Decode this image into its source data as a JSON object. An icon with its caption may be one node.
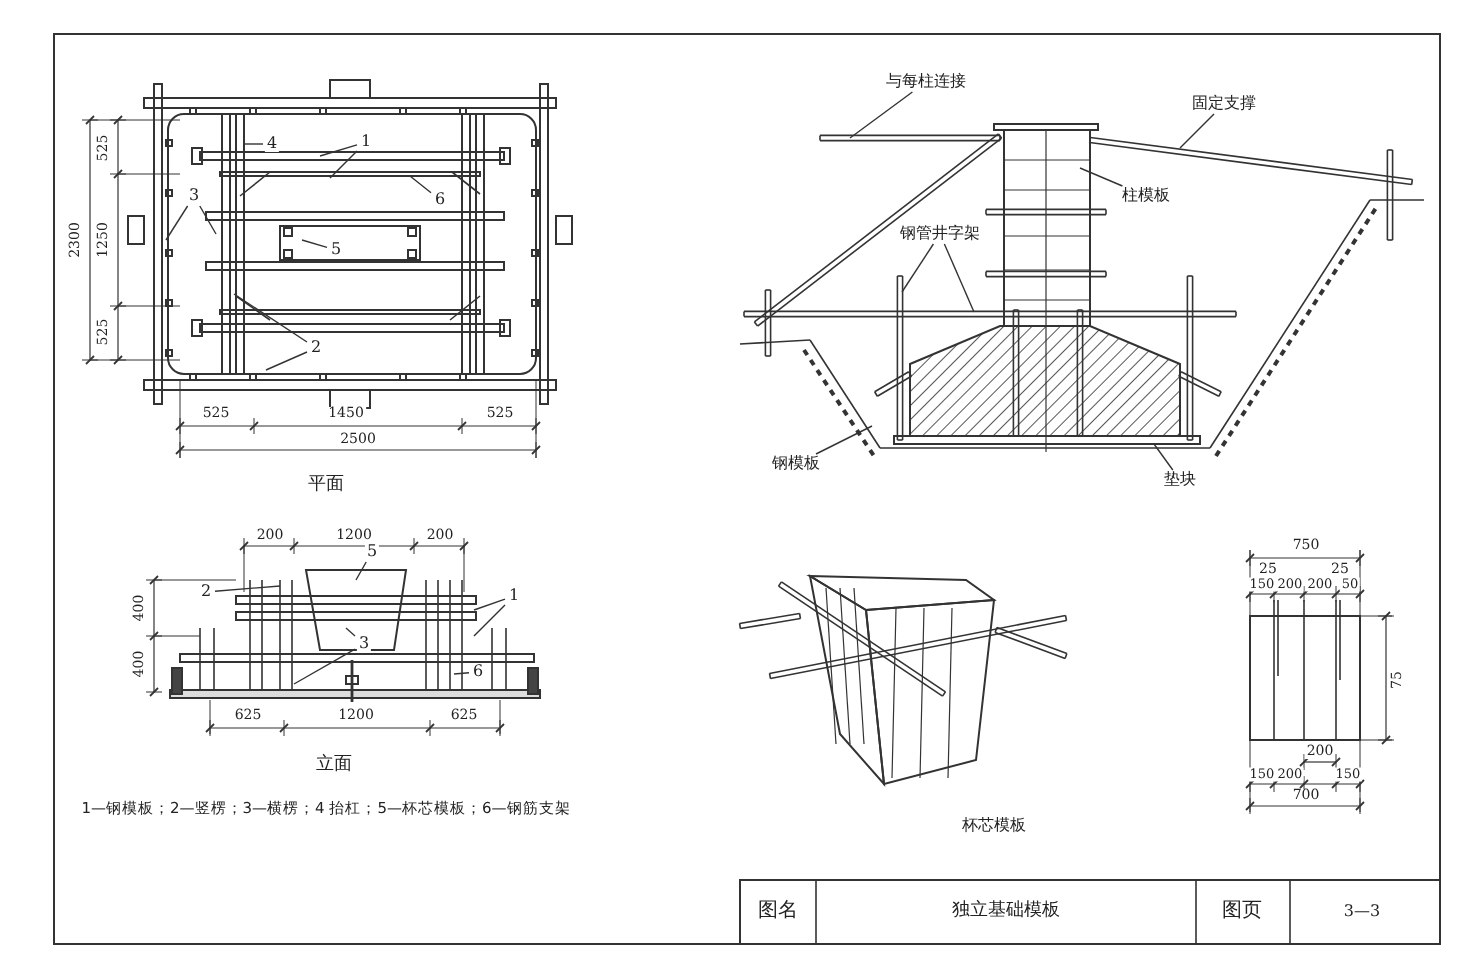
{
  "diagram": {
    "nodes": [
      {
        "text": [
          "与每柱连接"
        ]
      },
      {
        "text": [
          "固定支撑"
        ]
      },
      {
        "text": [
          "柱模板"
        ]
      },
      {
        "text": [
          "钢管井字架"
        ]
      },
      {
        "text": [
          "钢模板"
        ]
      },
      {
        "text": [
          "垫块"
        ]
      },
      {
        "text": [
          "1"
        ]
      },
      {
        "text": [
          "4"
        ]
      },
      {
        "text": [
          "6"
        ]
      },
      {
        "text": [
          "3"
        ]
      },
      {
        "text": [
          "5"
        ]
      },
      {
        "text": [
          "2"
        ]
      },
      {
        "text": [
          "5"
        ]
      },
      {
        "text": [
          "2"
        ]
      },
      {
        "text": [
          "1"
        ]
      },
      {
        "text": [
          "3"
        ]
      },
      {
        "text": [
          "6"
        ]
      }
    ],
    "edges": [
      {
        "from": 0,
        "to": null,
        "arrow": "none"
      },
      {
        "from": 1,
        "to": null,
        "arrow": "none"
      },
      {
        "from": 2,
        "to": null,
        "arrow": "none"
      },
      {
        "from": 3,
        "to": null,
        "arrow": "none"
      },
      {
        "from": 3,
        "to": null,
        "arrow": "none"
      },
      {
        "from": 4,
        "to": null,
        "arrow": "none"
      },
      {
        "from": 5,
        "to": null,
        "arrow": "none"
      },
      {
        "from": 6,
        "to": null,
        "arrow": "none"
      },
      {
        "from": 6,
        "to": null,
        "arrow": "none"
      },
      {
        "from": 7,
        "to": null,
        "arrow": "none"
      },
      {
        "from": 8,
        "to": null,
        "arrow": "none"
      },
      {
        "from": 9,
        "to": null,
        "arrow": "none"
      },
      {
        "from": 9,
        "to": null,
        "arrow": "none"
      },
      {
        "from": 10,
        "to": null,
        "arrow": "none"
      },
      {
        "from": 11,
        "to": null,
        "arrow": "none"
      },
      {
        "from": 11,
        "to": null,
        "arrow": "none"
      },
      {
        "from": 12,
        "to": null,
        "arrow": "none"
      },
      {
        "from": 13,
        "to": null,
        "arrow": "none"
      },
      {
        "from": 14,
        "to": null,
        "arrow": "none"
      },
      {
        "from": 14,
        "to": null,
        "arrow": "none"
      },
      {
        "from": 15,
        "to": null,
        "arrow": "none"
      },
      {
        "from": 15,
        "to": null,
        "arrow": "none"
      },
      {
        "from": 16,
        "to": null,
        "arrow": "none"
      }
    ],
    "labels": [
      "525",
      "1250",
      "525",
      "2300",
      "525",
      "1450",
      "525",
      "2500",
      "平面",
      "200",
      "1200",
      "200",
      "400",
      "400",
      "625",
      "1200",
      "625",
      "立面",
      "1—钢模板；2—竖楞；3—横楞；4 抬杠；5—杯芯模板；6—钢筋支架",
      "杯芯模板",
      "750",
      "25",
      "25",
      "150",
      "200",
      "200",
      "50",
      "75",
      "200",
      "150",
      "200",
      "150",
      "700",
      "图名",
      "独立基础模板",
      "图页",
      "3—3"
    ]
  }
}
